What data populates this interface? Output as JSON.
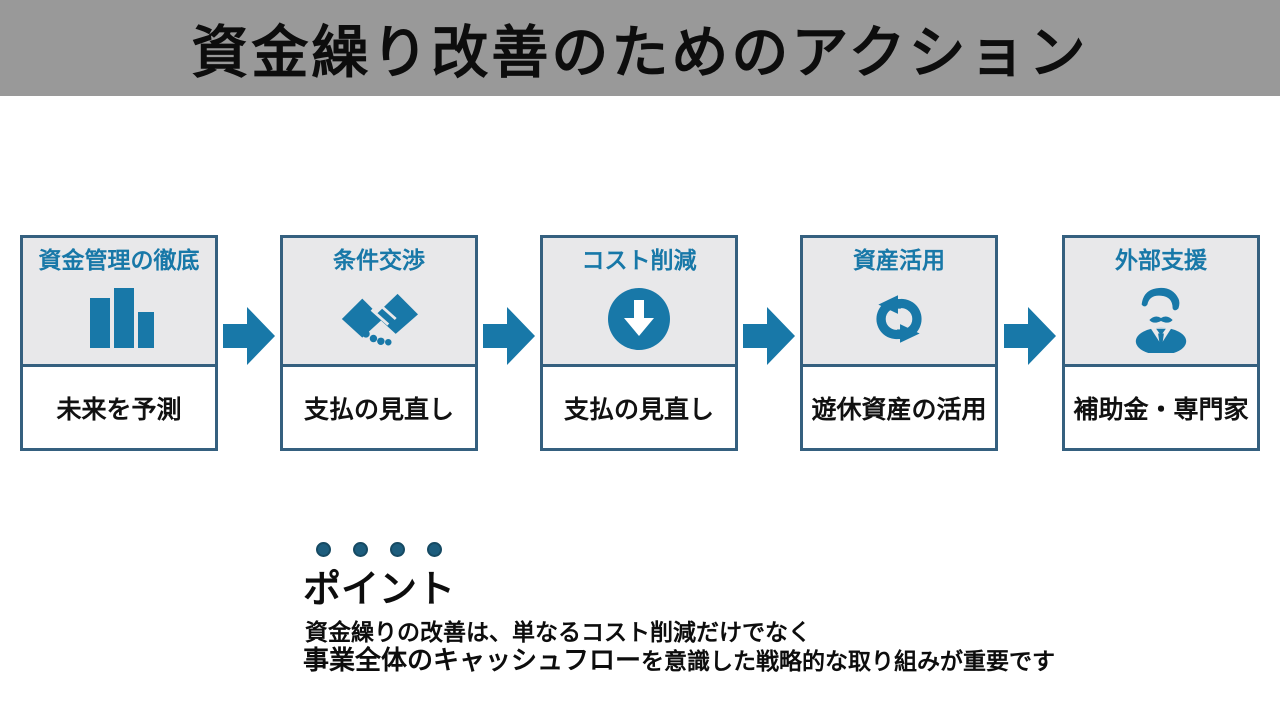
{
  "title": "資金繰り改善のためのアクション",
  "colors": {
    "accent": "#1878a8",
    "title_bar_bg": "#999999",
    "card_border": "#35607f",
    "card_header_bg": "#e8e8ea",
    "dot": "#1d5d7d",
    "dot_border": "#164a63",
    "text": "#111111"
  },
  "cards": [
    {
      "header": "資金管理の徹底",
      "icon": "bar-chart-icon",
      "body": "未来を予測"
    },
    {
      "header": "条件交渉",
      "icon": "handshake-icon",
      "body": "支払の見直し"
    },
    {
      "header": "コスト削減",
      "icon": "arrow-down-circle-icon",
      "body": "支払の見直し"
    },
    {
      "header": "資産活用",
      "icon": "cycle-arrows-icon",
      "body": "遊休資産の活用"
    },
    {
      "header": "外部支援",
      "icon": "businessman-icon",
      "body": "補助金・専門家"
    }
  ],
  "points": {
    "heading": "ポイント",
    "dot_count": 4,
    "line1": "資金繰りの改善は、単なるコスト削減だけでなく",
    "line2_emphasis": "事業全体のキャッシュフロー",
    "line2_rest": "を意識した戦略的な取り組みが重要です"
  }
}
